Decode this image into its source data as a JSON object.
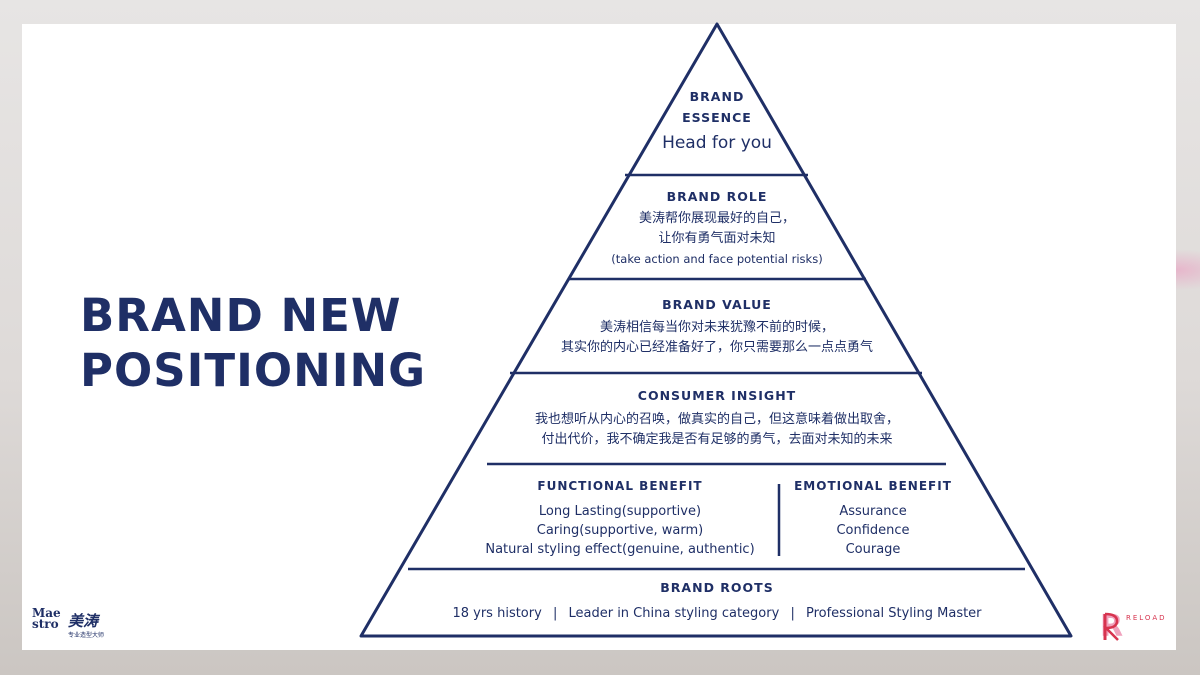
{
  "title": {
    "line1": "BRAND NEW",
    "line2": "POSITIONING"
  },
  "pyramid": {
    "essence": {
      "heading_line1": "BRAND",
      "heading_line2": "ESSENCE",
      "text": "Head for you"
    },
    "role": {
      "heading": "BRAND ROLE",
      "line1": "美涛帮你展现最好的自己，",
      "line2": "让你有勇气面对未知",
      "line3": "(take action and face potential risks)"
    },
    "value": {
      "heading": "BRAND VALUE",
      "line1": "美涛相信每当你对未来犹豫不前的时候，",
      "line2": "其实你的内心已经准备好了，你只需要那么一点点勇气"
    },
    "insight": {
      "heading": "CONSUMER INSIGHT",
      "line1": "我也想听从内心的召唤，做真实的自己，但这意味着做出取舍，",
      "line2": "付出代价，我不确定我是否有足够的勇气，去面对未知的未来"
    },
    "functional": {
      "heading": "FUNCTIONAL BENEFIT",
      "items": [
        "Long Lasting(supportive)",
        "Caring(supportive, warm)",
        "Natural styling effect(genuine, authentic)"
      ]
    },
    "emotional": {
      "heading": "EMOTIONAL BENEFIT",
      "items": [
        "Assurance",
        "Confidence",
        "Courage"
      ]
    },
    "roots": {
      "heading": "BRAND ROOTS",
      "items": [
        "18 yrs history",
        "Leader in China styling category",
        "Professional Styling Master"
      ],
      "separator": "|"
    }
  },
  "logos": {
    "left": {
      "brand_a": "Maestro",
      "brand_zh": "美涛",
      "sub": "专业造型大师"
    },
    "right": {
      "mark": "R",
      "text": "RELOAD"
    }
  },
  "colors": {
    "navy": "#1f2f66",
    "reload_red": "#d7344f",
    "reload_pink": "#f0a2bd"
  }
}
